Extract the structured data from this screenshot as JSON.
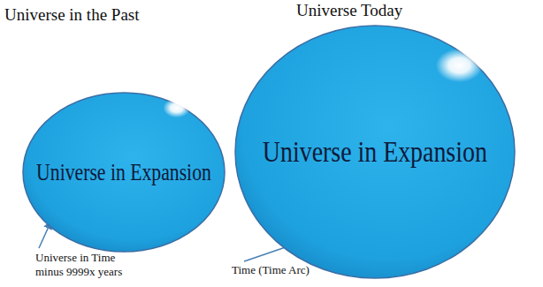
{
  "diagram": {
    "nodes": [
      {
        "text": [
          "Universe in the Past",
          "Universe in Expansion"
        ]
      },
      {
        "text": [
          "Universe Today",
          "Universe in Expansion"
        ]
      }
    ],
    "labels": [
      "Universe in Time minus 9999x years",
      "Time (Time Arc)"
    ]
  }
}
